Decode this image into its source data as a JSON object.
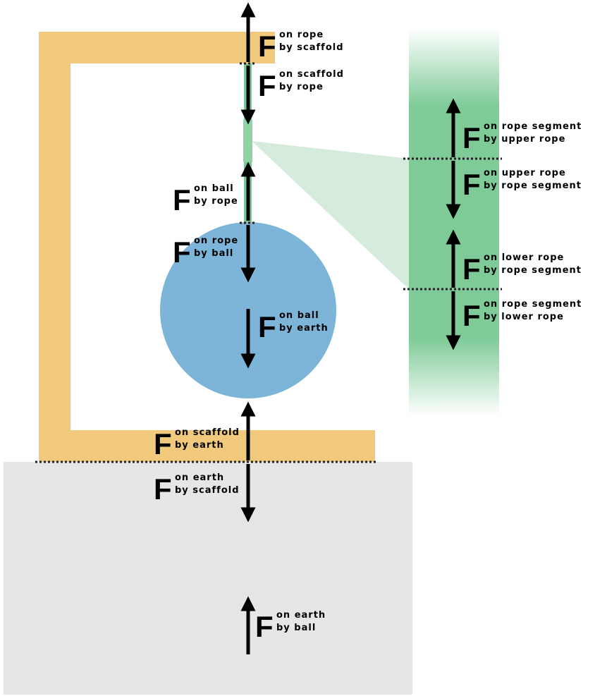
{
  "colors": {
    "scaffold": "#f1c97c",
    "rope": "#7dc795",
    "ball": "#7db5d8",
    "earth": "#e6e6e6",
    "zoom_panel": "#7fcb98",
    "zoom_wedge": "#d5ecdc",
    "arrow": "#000000"
  },
  "symbol": "F",
  "forces": {
    "rope_by_scaffold": {
      "on": "on rope",
      "by": "by scaffold"
    },
    "scaffold_by_rope": {
      "on": "on scaffold",
      "by": "by rope"
    },
    "ball_by_rope": {
      "on": "on ball",
      "by": "by rope"
    },
    "rope_by_ball": {
      "on": "on rope",
      "by": "by ball"
    },
    "ball_by_earth": {
      "on": "on ball",
      "by": "by earth"
    },
    "scaffold_by_earth": {
      "on": "on scaffold",
      "by": "by earth"
    },
    "earth_by_scaffold": {
      "on": "on earth",
      "by": "by scaffold"
    },
    "earth_by_ball": {
      "on": "on earth",
      "by": "by ball"
    },
    "segment_by_upper": {
      "on": "on rope segment",
      "by": "by upper rope"
    },
    "upper_by_segment": {
      "on": "on upper rope",
      "by": "by rope segment"
    },
    "lower_by_segment": {
      "on": "on lower rope",
      "by": "by rope segment"
    },
    "segment_by_lower": {
      "on": "on rope segment",
      "by": "by lower rope"
    }
  }
}
